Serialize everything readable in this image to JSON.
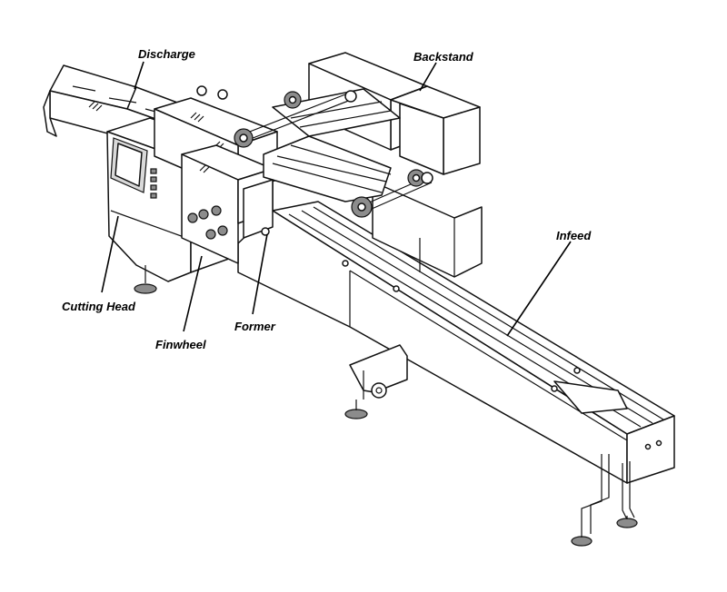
{
  "labels": {
    "discharge": "Discharge",
    "backstand": "Backstand",
    "infeed": "Infeed",
    "cutting_head": "Cutting Head",
    "finwheel": "Finwheel",
    "former": "Former"
  }
}
